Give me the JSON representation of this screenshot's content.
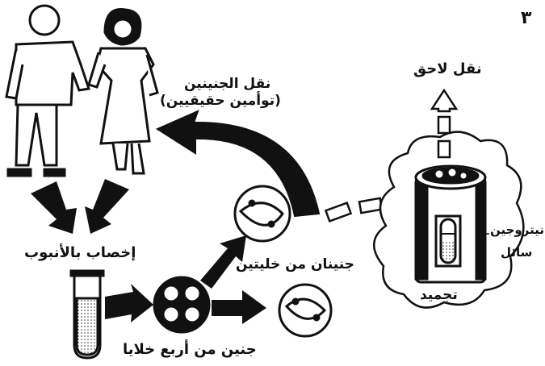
{
  "figure_number": "٣",
  "labels": {
    "embryo_transfer_line1": "نقل الجنينين",
    "embryo_transfer_line2": "(توأمين حقيقيين)",
    "later_transfer": "نقل لاحق",
    "ivf": "إخصاب بالأنبوب",
    "two_embryos": "جنينان من خليتين",
    "four_cell_embryo": "جنين من أربع خلايا",
    "liquid_nitrogen_line1": "نيتروجين",
    "liquid_nitrogen_line2": "سائل",
    "freezing": "تجميد"
  },
  "colors": {
    "ink": "#111111",
    "paper": "#ffffff"
  }
}
